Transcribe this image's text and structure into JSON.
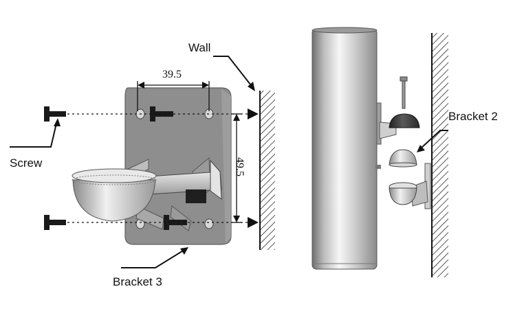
{
  "labels": {
    "wall": "Wall",
    "screw": "Screw",
    "bracket3": "Bracket 3",
    "bracket2": "Bracket 2"
  },
  "dimensions": {
    "width": "39.5",
    "height": "49.5"
  },
  "colors": {
    "plate": "#8e8e8e",
    "plate_edge": "#6f6f6f",
    "line": "#111111",
    "metal_light": "#f2f2f2",
    "metal_dark": "#7a7a7a",
    "hardware": "#1a1a1a"
  }
}
